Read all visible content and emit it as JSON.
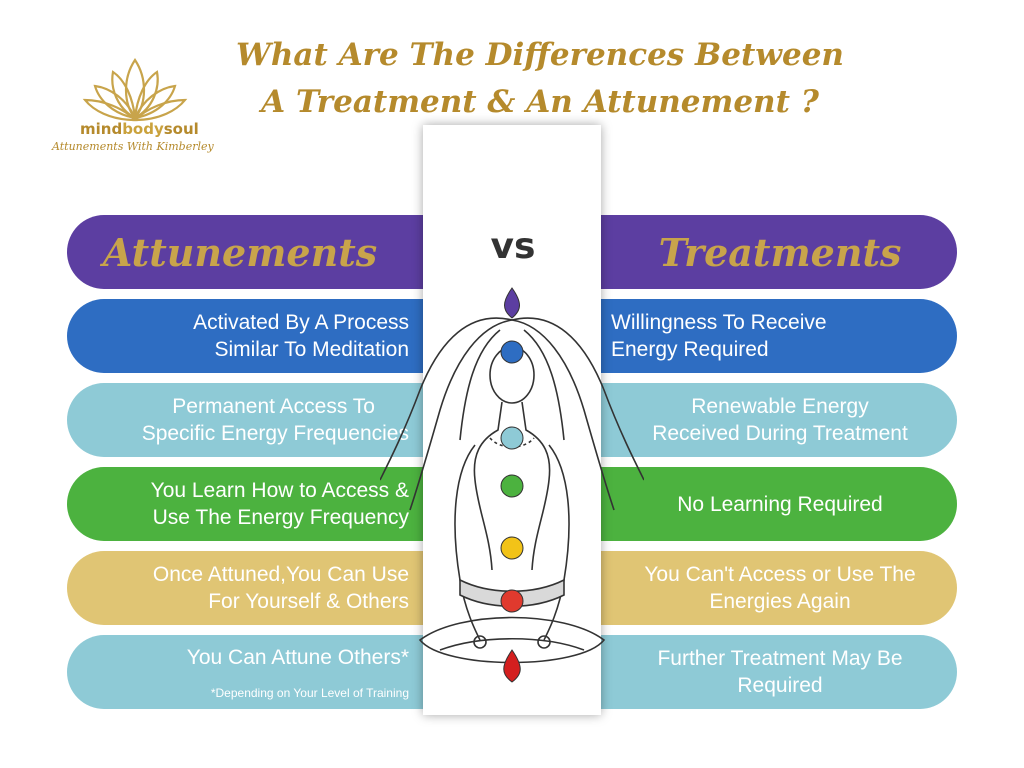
{
  "title": {
    "line1": "What Are The Differences Between",
    "line2": "A Treatment & An Attunement ?"
  },
  "logo": {
    "name_part1": "mind",
    "name_part2": "body",
    "name_part3": "soul",
    "tagline": "Attunements With Kimberley"
  },
  "vs_label": "vs",
  "left": {
    "header": "Attunements",
    "rows": [
      {
        "line1": "Activated By A Process",
        "line2": "Similar To Meditation"
      },
      {
        "line1": "Permanent Access To",
        "line2": "Specific Energy Frequencies"
      },
      {
        "line1": "You Learn How to Access &",
        "line2": "Use The Energy Frequency"
      },
      {
        "line1": "Once Attuned,You Can Use",
        "line2": "For Yourself & Others"
      },
      {
        "line1": "You Can Attune Others*",
        "note": "*Depending on Your Level of Training"
      }
    ]
  },
  "right": {
    "header": "Treatments",
    "rows": [
      {
        "line1": "Willingness To Receive",
        "line2": "Energy Required"
      },
      {
        "line1": "Renewable Energy",
        "line2": "Received During Treatment"
      },
      {
        "line1": "No Learning Required"
      },
      {
        "line1": "You Can't Access or Use The",
        "line2": "Energies Again"
      },
      {
        "line1": "Further Treatment May Be",
        "line2": "Required"
      }
    ]
  },
  "colors": {
    "header": "#5c3ea1",
    "row1": "#2e6dc2",
    "row2": "#8ecad6",
    "row3": "#4cb23f",
    "row4": "#e0c574",
    "row5": "#8ecad6",
    "gold_text": "#b58a2c"
  },
  "chakras": [
    "violet",
    "indigo",
    "light-blue",
    "green",
    "yellow",
    "red-orange",
    "red"
  ]
}
